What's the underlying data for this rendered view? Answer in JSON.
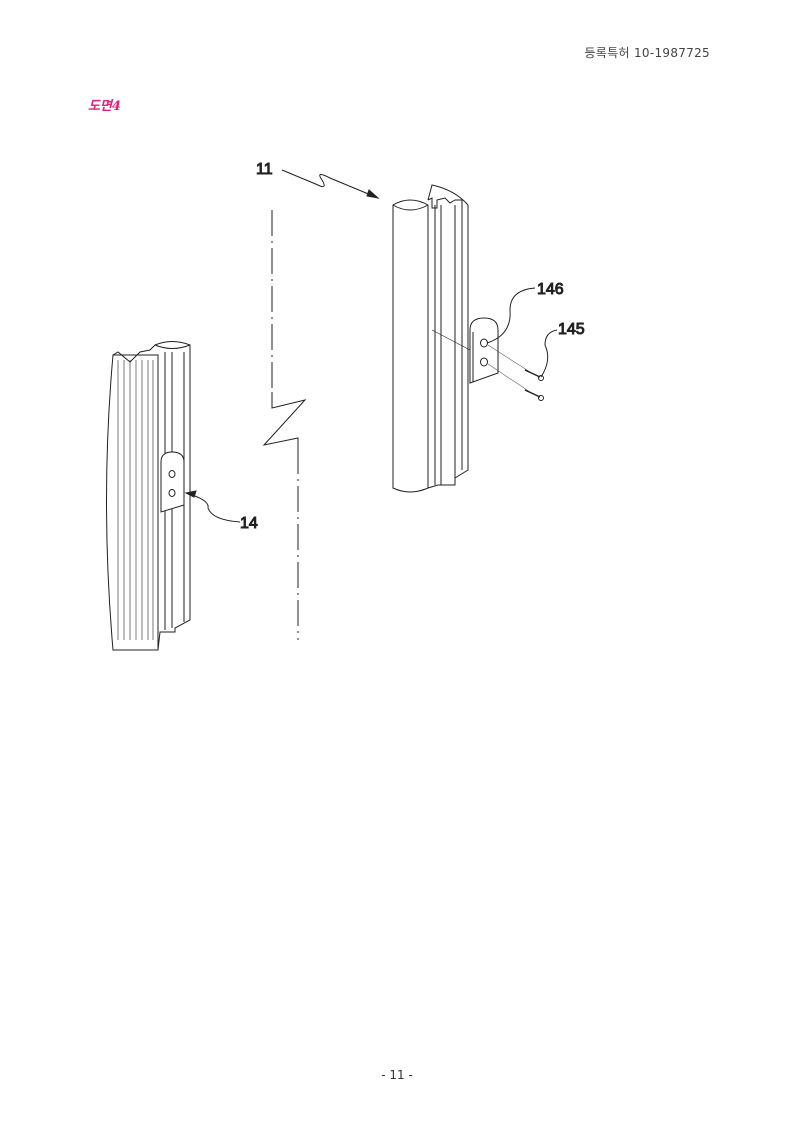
{
  "header": {
    "patent_number": "등록특허 10-1987725"
  },
  "figure": {
    "title": "도면4"
  },
  "drawing": {
    "labels": {
      "main_profile": "11",
      "plate": "146",
      "screw": "145",
      "coupling": "14"
    }
  },
  "footer": {
    "page": "- 11 -"
  }
}
